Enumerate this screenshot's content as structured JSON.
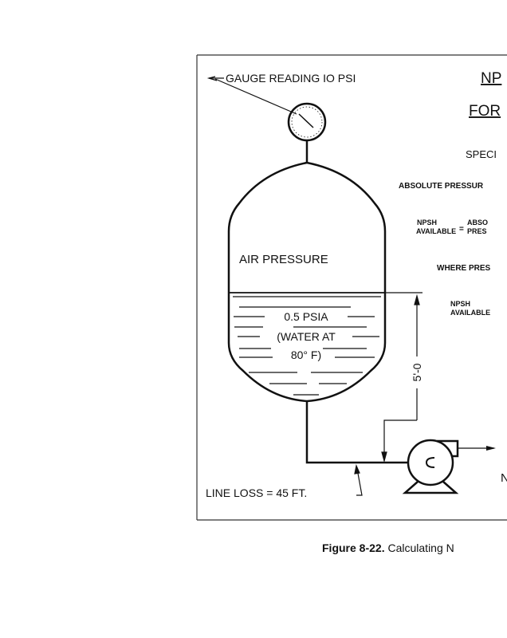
{
  "figure": {
    "gauge_label": "GAUGE READING IO PSI",
    "title_line1": "NP",
    "title_line2": "FOR",
    "specific": "SPECI",
    "absolute_pressure": "ABSOLUTE PRESSUR",
    "formula_left_1": "NPSH",
    "formula_left_2": "AVAILABLE",
    "formula_eq": "=",
    "formula_right_1": "ABSO",
    "formula_right_2": "PRES",
    "where": "WHERE PRES",
    "npsh2_1": "NPSH",
    "npsh2_2": "AVAILABLE",
    "air_pressure": "AIR PRESSURE",
    "water_1": "0.5 PSIA",
    "water_2": "(WATER AT",
    "water_3": "80° F)",
    "dimension": "5'-0",
    "line_loss": "LINE LOSS = 45 FT.",
    "discharge_label": "N"
  },
  "caption": {
    "number": "Figure 8-22.",
    "text": "Calculating N"
  }
}
